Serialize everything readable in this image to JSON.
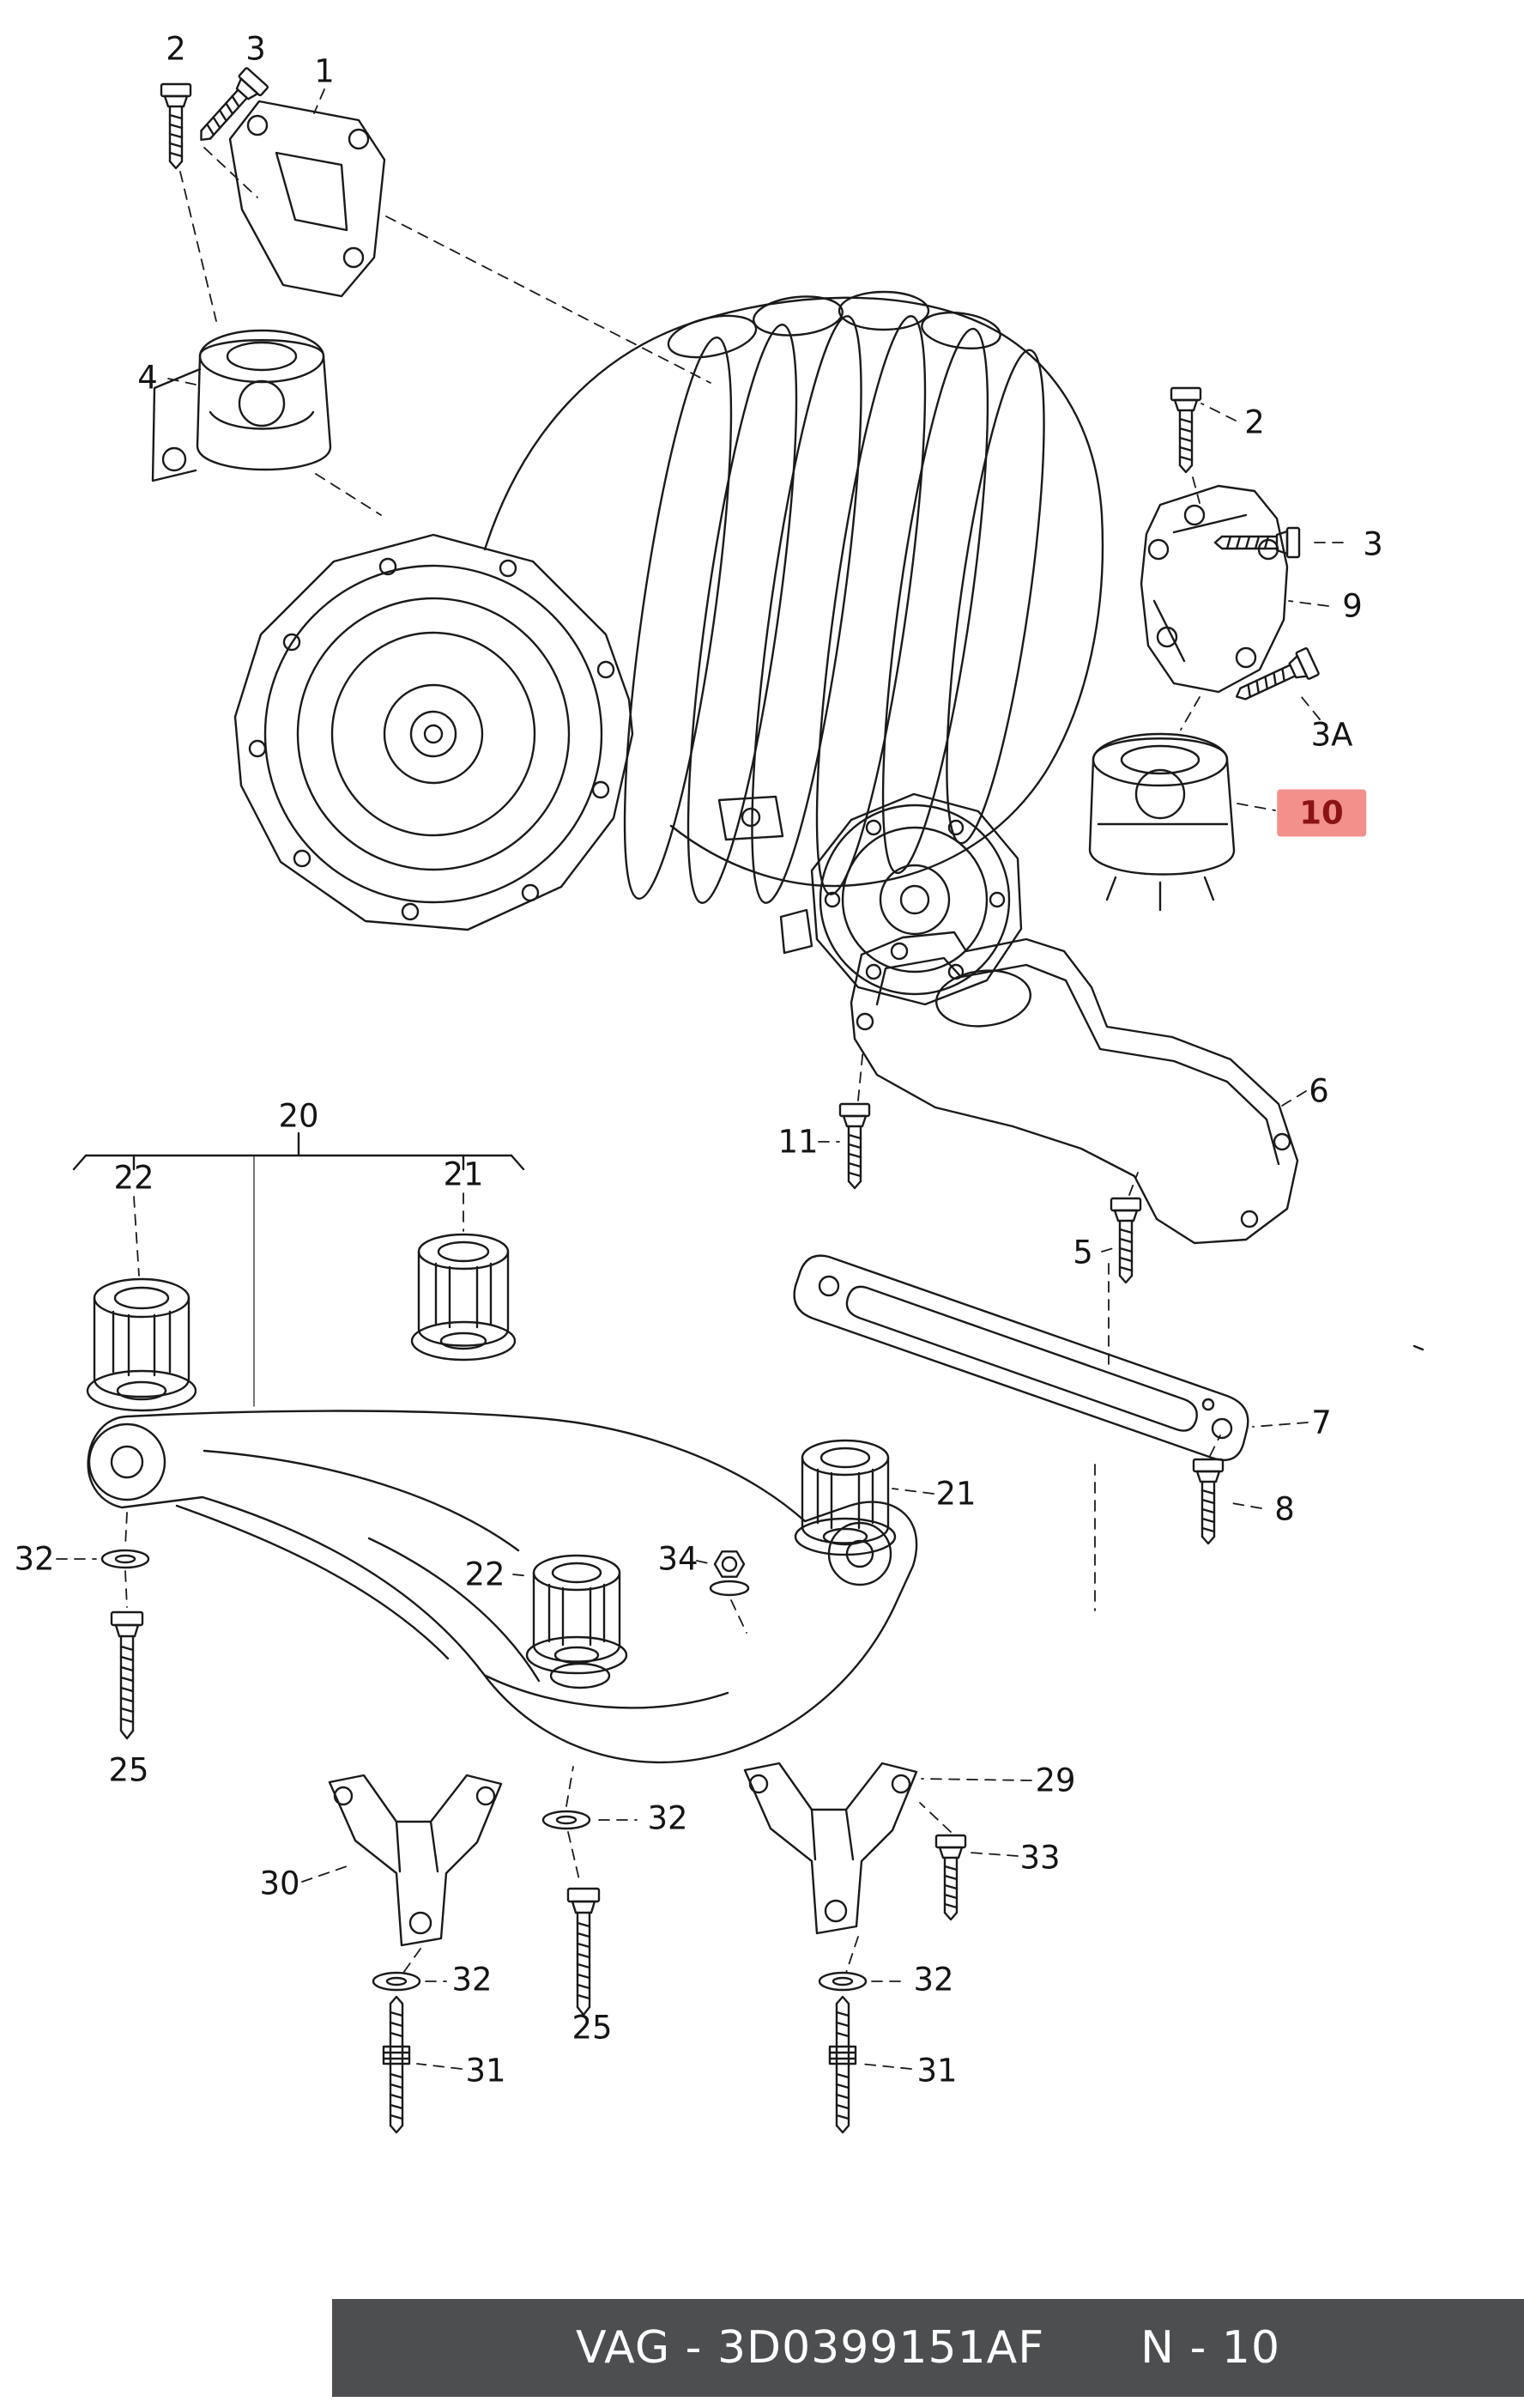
{
  "colors": {
    "line": "#1a1a1a",
    "highlight_bg": "#f2908c",
    "highlight_text": "#8a1414",
    "footer_bg": "#4d4e50",
    "footer_text": "#ffffff"
  },
  "footer": {
    "catalog_code": "VAG - 3D0399151AF",
    "page_ref": "N - 10"
  },
  "callouts": {
    "bolt2_left": {
      "label": "2"
    },
    "bolt3_left": {
      "label": "3"
    },
    "bracket1": {
      "label": "1"
    },
    "mount4": {
      "label": "4"
    },
    "bolt2_right": {
      "label": "2"
    },
    "bolt3_right": {
      "label": "3"
    },
    "bracket9": {
      "label": "9"
    },
    "bolt3a": {
      "label": "3A"
    },
    "mount10": {
      "label": "10",
      "highlighted": true
    },
    "support6": {
      "label": "6"
    },
    "bolt11": {
      "label": "11"
    },
    "bolt5": {
      "label": "5"
    },
    "group20": {
      "label": "20"
    },
    "bushing22_top": {
      "label": "22"
    },
    "bushing21_top": {
      "label": "21"
    },
    "brace7": {
      "label": "7"
    },
    "bolt8": {
      "label": "8"
    },
    "washer32_left": {
      "label": "32"
    },
    "bolt25_left": {
      "label": "25"
    },
    "bushing22_mid": {
      "label": "22"
    },
    "nut34": {
      "label": "34"
    },
    "bushing21_mid": {
      "label": "21"
    },
    "bracket29": {
      "label": "29"
    },
    "bracket30": {
      "label": "30"
    },
    "bolt33": {
      "label": "33"
    },
    "washer32_mid": {
      "label": "32"
    },
    "washer32_bottom_left": {
      "label": "32"
    },
    "bolt31_left": {
      "label": "31"
    },
    "bolt25_mid": {
      "label": "25"
    },
    "washer32_bottom_right": {
      "label": "32"
    },
    "bolt31_right": {
      "label": "31"
    }
  }
}
